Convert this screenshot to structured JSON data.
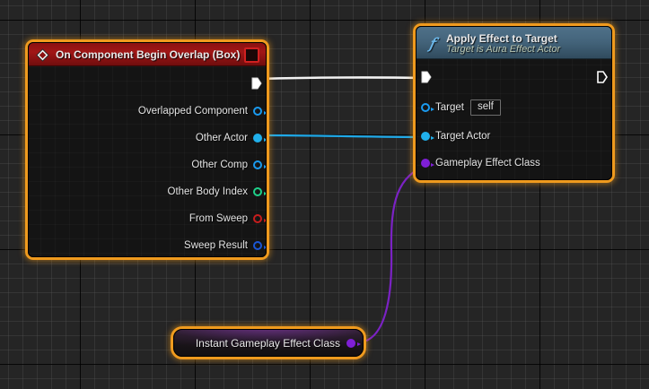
{
  "graph": {
    "name": "blueprint-event-graph",
    "canvas_bg": "#252525",
    "grid_minor": "#3a3a3a",
    "grid_major": "#000000",
    "selection_color": "#ef9a1e"
  },
  "nodes": {
    "event_node": {
      "title": "On Component Begin Overlap (Box)",
      "title_color": "#a11616",
      "icon": "event-diamond-icon",
      "delegate_icon": "delegate-square-icon",
      "selected": true,
      "exec_out": {
        "label": "",
        "type": "exec",
        "color": "#ffffff",
        "connected": true
      },
      "outputs": [
        {
          "label": "Overlapped Component",
          "type": "object",
          "color": "#1a9bf0",
          "filled": false
        },
        {
          "label": "Other Actor",
          "type": "object",
          "color": "#20b0ec",
          "filled": true
        },
        {
          "label": "Other Comp",
          "type": "object",
          "color": "#1a9bf0",
          "filled": false
        },
        {
          "label": "Other Body Index",
          "type": "integer",
          "color": "#1fd18a",
          "filled": false
        },
        {
          "label": "From Sweep",
          "type": "boolean",
          "color": "#c71d1d",
          "filled": false
        },
        {
          "label": "Sweep Result",
          "type": "struct",
          "color": "#1a56d6",
          "filled": false
        }
      ]
    },
    "function_node": {
      "title": "Apply Effect to Target",
      "subtitle": "Target is Aura Effect Actor",
      "title_color": "#44647b",
      "icon": "function-f-icon",
      "selected": true,
      "exec_in": {
        "type": "exec",
        "color": "#ffffff",
        "connected": true
      },
      "exec_out": {
        "type": "exec",
        "color": "#ffffff",
        "connected": false
      },
      "inputs": [
        {
          "label": "Target",
          "type": "object",
          "color": "#1a9bf0",
          "filled": false,
          "default_value": "self"
        },
        {
          "label": "Target Actor",
          "type": "object",
          "color": "#20b0ec",
          "filled": true,
          "default_value": ""
        },
        {
          "label": "Gameplay Effect Class",
          "type": "class",
          "color": "#7f1fd6",
          "filled": true,
          "default_value": ""
        }
      ]
    },
    "variable_node": {
      "title": "Instant Gameplay Effect Class",
      "selected": true,
      "output": {
        "type": "class",
        "color": "#7f1fd6",
        "filled": true
      }
    }
  },
  "wires": [
    {
      "name": "exec-wire",
      "from": "event_node.exec_out",
      "to": "function_node.exec_in",
      "color": "#f2f2f2",
      "thickness": 2.6
    },
    {
      "name": "other-actor-wire",
      "from": "event_node.Other Actor",
      "to": "function_node.Target Actor",
      "color": "#1fa9e8",
      "thickness": 2.2
    },
    {
      "name": "effect-class-wire",
      "from": "variable_node.output",
      "to": "function_node.Gameplay Effect Class",
      "color": "#7b22c4",
      "thickness": 2.2
    }
  ]
}
